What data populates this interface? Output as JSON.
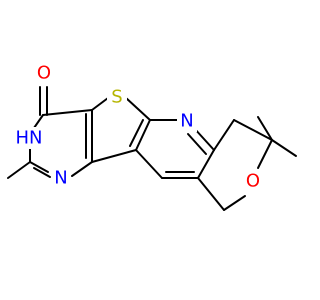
{
  "colors": {
    "background": "#ffffff",
    "bond": "#000000",
    "oxygen": "#ff0000",
    "nitrogen": "#0000ff",
    "sulfur": "#b5b500"
  },
  "atoms": {
    "o_carbonyl": "O",
    "nh": "HN",
    "n_pyrimidine": "N",
    "s_thiophene": "S",
    "n_pyridine": "N",
    "o_pyran": "O"
  }
}
